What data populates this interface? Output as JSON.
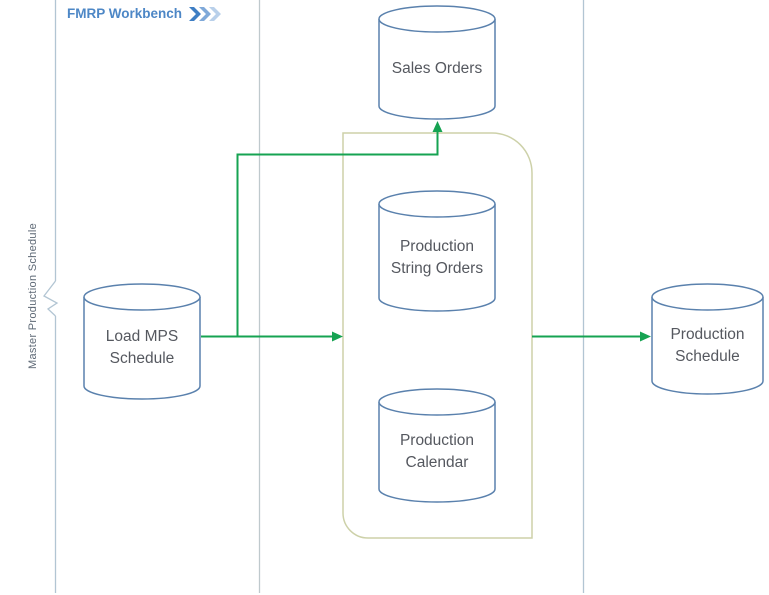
{
  "diagram": {
    "title": "FMRP Workbench",
    "title_icon": "triple-chevron",
    "lane_label": "Master Production Schedule",
    "nodes": {
      "sales_orders": {
        "line1": "Sales Orders",
        "line2": ""
      },
      "production_string_orders": {
        "line1": "Production",
        "line2": "String Orders"
      },
      "load_mps_schedule": {
        "line1": "Load MPS",
        "line2": "Schedule"
      },
      "production_calendar": {
        "line1": "Production",
        "line2": "Calendar"
      },
      "production_schedule": {
        "line1": "Production",
        "line2": "Schedule"
      }
    },
    "colors": {
      "title_blue": "#4d87c6",
      "chevron_dark": "#3e7ec4",
      "chevron_mid": "#7fa9d9",
      "chevron_light": "#b9d0ea",
      "node_stroke": "#5a81ad",
      "node_text": "#55585f",
      "connector_green": "#16a352",
      "container_stroke": "#cdd1a9",
      "lane_line": "#b2c5d3"
    }
  }
}
